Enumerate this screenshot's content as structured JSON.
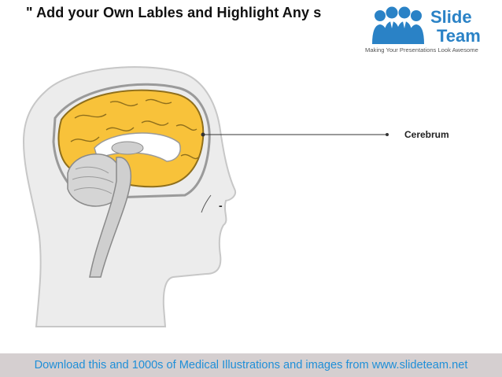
{
  "slide": {
    "title": "\" Add your Own Lables and Highlight Any s"
  },
  "logo": {
    "word_top": "Slide",
    "word_bottom": "Team",
    "tagline": "Making Your Presentations Look Awesome",
    "color": "#2a82c6"
  },
  "illustration": {
    "callout_label": "Cerebrum",
    "nose_mark": "-",
    "colors": {
      "cerebrum": "#f8c23a",
      "head": "#ededed",
      "brainstem": "#cfcfcf"
    }
  },
  "footer": {
    "text": "Download this and 1000s of Medical Illustrations and images from www.slideteam.net",
    "text_color": "#1f8fd8",
    "background": "#d5cfd0"
  }
}
